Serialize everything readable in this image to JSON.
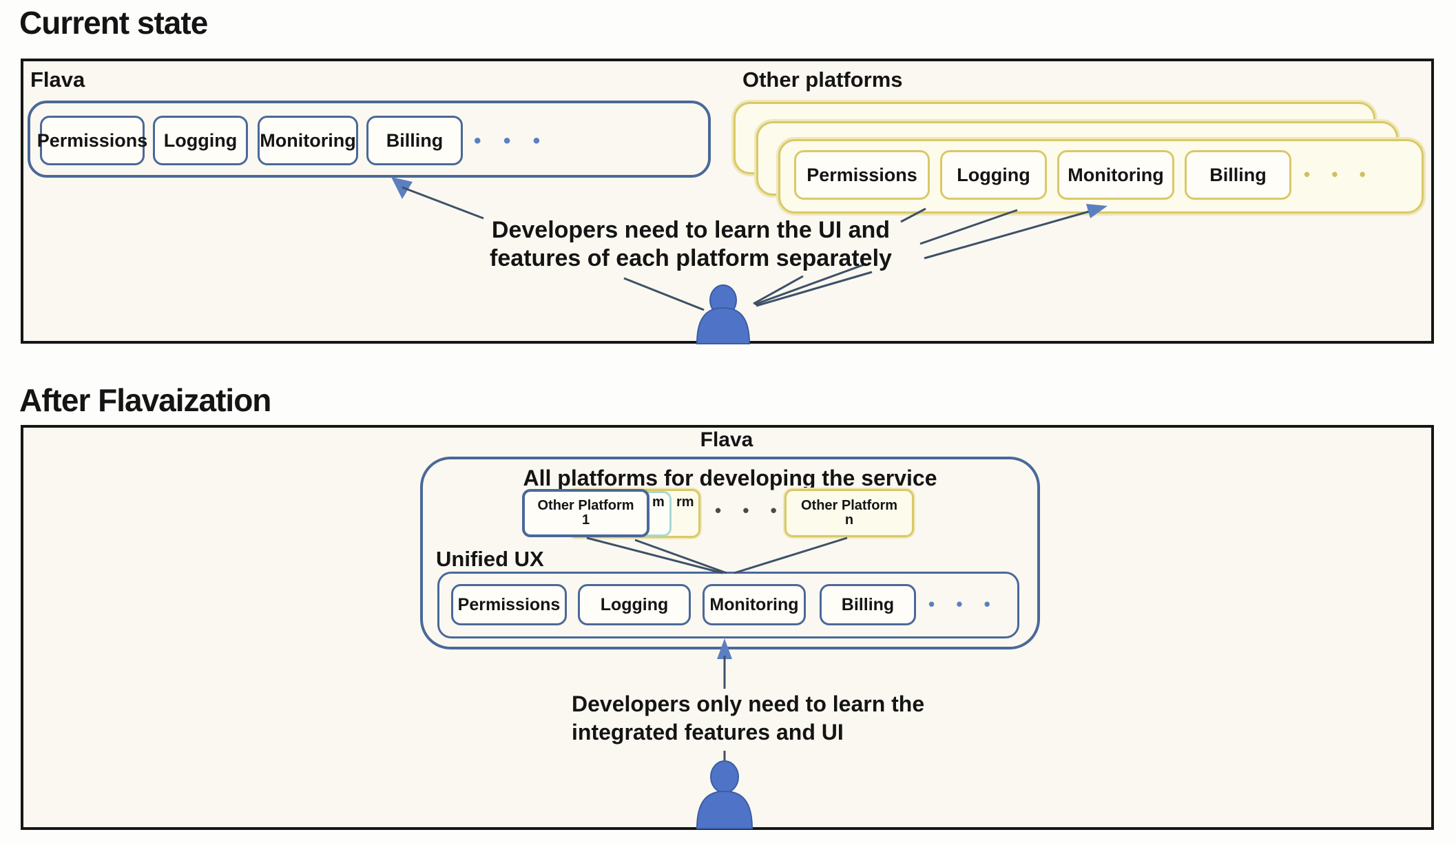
{
  "colors": {
    "panel_bg": "#faf8f0",
    "panel_border": "#161616",
    "blue": "#4a6899",
    "yellow_border": "#d9c967",
    "yellow_fill": "#fdfbec",
    "yellow_glow": "#efe7b8",
    "teal": "#a8d8d4",
    "box_fill": "#fefdf8",
    "line": "#3e5068",
    "arrowhead": "#5b7fc0",
    "person": "#4f74c7",
    "person_stroke": "#3c5ca3",
    "text": "#141414",
    "dots_blue": "#5b7fc0",
    "dots_yellow": "#cfc060",
    "dots_dark": "#4a4a4a"
  },
  "current": {
    "title": "Current state",
    "flava": {
      "label": "Flava",
      "features": [
        "Permissions",
        "Logging",
        "Monitoring",
        "Billing"
      ],
      "ellipsis": "• • •"
    },
    "others": {
      "label": "Other platforms",
      "features": [
        "Permissions",
        "Logging",
        "Monitoring",
        "Billing"
      ],
      "ellipsis": "• • •"
    },
    "note": {
      "line1": "Developers need to learn the UI and",
      "line2": "features of each platform separately"
    }
  },
  "after": {
    "title": "After Flavaization",
    "flava_label": "Flava",
    "subtitle": "All platforms for developing the service",
    "platforms": {
      "first": {
        "line1": "Other Platform",
        "line2": "1"
      },
      "hidden_fragment_1": "m",
      "hidden_fragment_2": "rm",
      "ellipsis": "• • •",
      "last": {
        "line1": "Other Platform",
        "line2": "n"
      }
    },
    "unified": {
      "label": "Unified UX",
      "features": [
        "Permissions",
        "Logging",
        "Monitoring",
        "Billing"
      ],
      "ellipsis": "• • •"
    },
    "note": {
      "line1": "Developers only need to learn the",
      "line2": "integrated features and UI"
    }
  }
}
